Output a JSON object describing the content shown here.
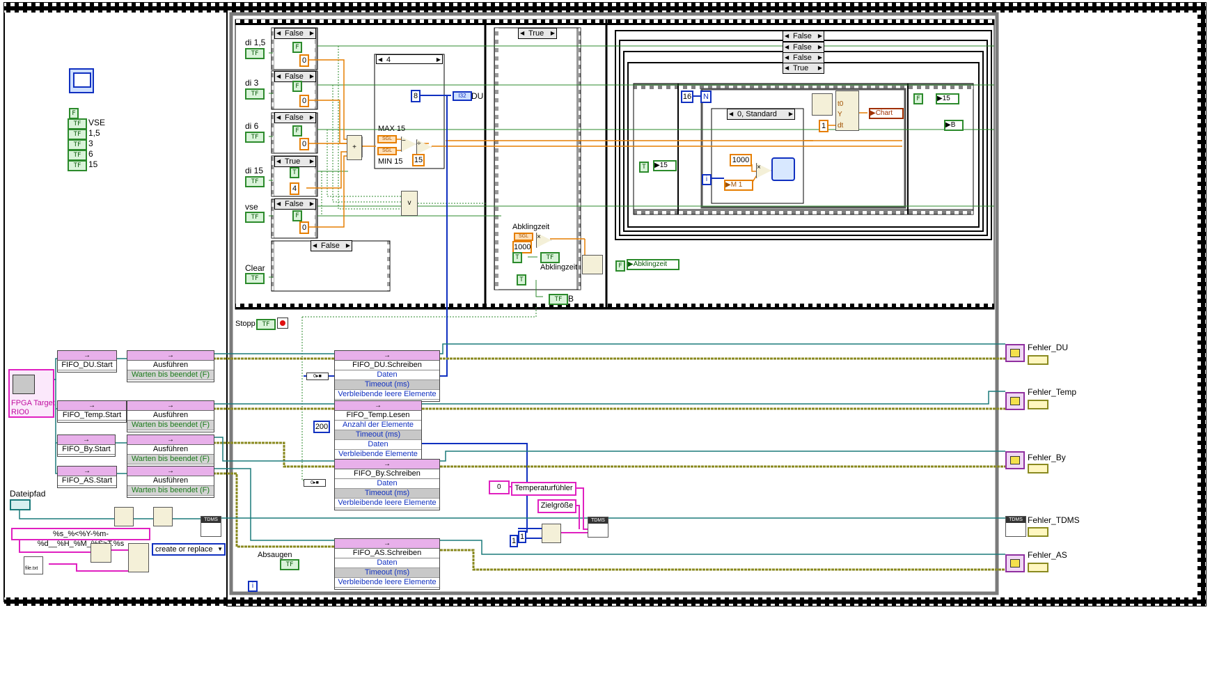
{
  "left_panel": {
    "bool_const": "F",
    "cluster_items": [
      "VSE",
      "1,5",
      "3",
      "6",
      "15"
    ],
    "fpga_target": "FPGA Target\nRIO0",
    "fpga_target_lines": [
      "FPGA Target",
      "RIO0"
    ],
    "dateipfad_label": "Dateipfad",
    "format_string": "%s_%<%Y-%m-%d__%H_%M_%S>T.%s",
    "file_icon_label": "file.txt",
    "open_mode": "create or replace"
  },
  "fifo_start": [
    {
      "title": "FIFO_DU.Start"
    },
    {
      "title": "FIFO_Temp.Start"
    },
    {
      "title": "FIFO_By.Start"
    },
    {
      "title": "FIFO_AS.Start"
    }
  ],
  "invoke_nodes": {
    "title": "Ausführen",
    "row": "Warten bis beendet (F)"
  },
  "case_structures": {
    "di_labels": [
      "di 1,5",
      "di 3",
      "di 6",
      "di 15",
      "vse",
      "Clear"
    ],
    "selectors": [
      "False",
      "False",
      "False",
      "True",
      "False",
      "False"
    ],
    "consts_bool": [
      "F",
      "F",
      "F",
      "T",
      "F"
    ],
    "consts_num": [
      "0",
      "0",
      "0",
      "4",
      "0"
    ],
    "inner_case": "4",
    "max_label": "MAX 15",
    "min_label": "MIN 15",
    "num_8": "8",
    "num_15": "15",
    "du_label": "DU",
    "true_case": "True",
    "abklingzeit_label": "Abklingzeit",
    "num_1000": "1000",
    "abklingzeit_indicator": "Abklingzeit",
    "b_label": "B",
    "stopp_label": "Stopp"
  },
  "right_cases": {
    "selectors": [
      "False",
      "False",
      "False",
      "True"
    ],
    "num_16": "16",
    "n_label": "N",
    "standard_case": "0, Standard",
    "num_1000": "1000",
    "m1_label": "M 1",
    "i_label": "i",
    "t0": "t0",
    "y": "Y",
    "dt": "dt",
    "num_1": "1",
    "chart_label": "Chart",
    "t15": "15",
    "f15": "15",
    "b_ref": "B",
    "abklingzeit_ref": "Abklingzeit"
  },
  "fifo_write": [
    {
      "title": "FIFO_DU.Schreiben",
      "rows": [
        "Daten",
        "Timeout (ms)",
        "Verbleibende leere Elemente"
      ]
    },
    {
      "title": "FIFO_Temp.Lesen",
      "rows": [
        "Anzahl der Elemente",
        "Timeout (ms)",
        "Daten",
        "Verbleibende Elemente"
      ]
    },
    {
      "title": "FIFO_By.Schreiben",
      "rows": [
        "Daten",
        "Timeout (ms)",
        "Verbleibende leere Elemente"
      ]
    },
    {
      "title": "FIFO_AS.Schreiben",
      "rows": [
        "Daten",
        "Timeout (ms)",
        "Verbleibende leere Elemente"
      ]
    }
  ],
  "num_200": "200",
  "bottom": {
    "absaugen_label": "Absaugen",
    "temp_label": "Temperaturfühler",
    "ziel_label": "Zielgröße",
    "num_0": "0",
    "num_1a": "1",
    "num_1b": "1",
    "tdms_label": "TDMS",
    "i_label": "i"
  },
  "errors": [
    "Fehler_DU",
    "Fehler_Temp",
    "Fehler_By",
    "Fehler_TDMS",
    "Fehler_AS"
  ],
  "colors": {
    "bool_wire": "#2b8a2b",
    "num_wire": "#e67e00",
    "int_wire": "#1030c0",
    "string_wire": "#e020c0",
    "error_wire": "#8a8a20",
    "ref_wire": "#1a7a7a"
  }
}
